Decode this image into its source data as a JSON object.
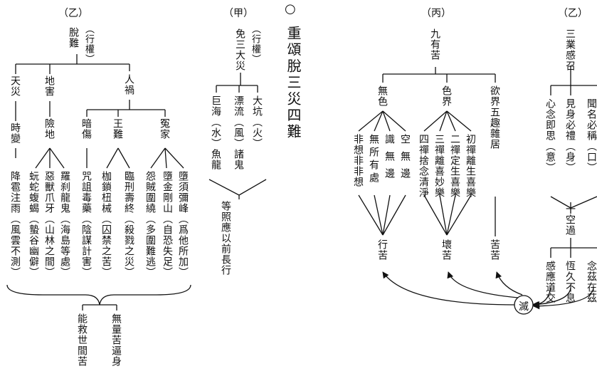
{
  "main_title": "重頌脫三災四難",
  "bullet": "○",
  "left": {
    "header": "（乙）",
    "root": "脫難",
    "root_note": "（行權）",
    "nodes": {
      "tianzai": "天災",
      "dihai": "地害",
      "renhuo": "人禍",
      "shibian": "時變",
      "xiandi": "險地",
      "anshang": "暗傷",
      "wangnan": "王難",
      "yuanjia": "冤家"
    },
    "leaves": {
      "a": "降雹注雨（風雲不測）",
      "b": "蚖蛇蝮蝎（蟄谷幽僻）",
      "c": "惡獸爪牙（山林之間）",
      "d": "羅刹龍鬼（海島等處）",
      "e": "咒詛毒藥（陰謀計害）",
      "f": "枷鎖杻械（囚禁之苦）",
      "g": "臨刑壽終（殺戮之災）",
      "h": "怨賊圍繞（多圍難逃）",
      "i": "墮金剛山（自恐失足）",
      "j": "墮須彌峰（爲他所加）"
    },
    "result1": "能救世間苦",
    "result2": "無量苦逼身"
  },
  "middle": {
    "header": "（甲）",
    "root": "免三大災",
    "root_note": "（行權）",
    "col1": "大坑（火）",
    "col2": "漂流（風）諸鬼",
    "col3": "巨海（水）魚龍",
    "result": "等照應以前長行"
  },
  "right": {
    "header": "（丙）",
    "root": "九有苦",
    "groups": {
      "wuse": "無色",
      "se": "色界",
      "yujie": "欲界五趣雜居"
    },
    "wuse_leaves": [
      "空無邊",
      "識無邊",
      "無所有處",
      "非想非非想"
    ],
    "se_leaves": [
      "初禪離生喜樂",
      "二禪定生喜樂",
      "三禪離喜妙樂",
      "四禪捨念清淨"
    ],
    "results": {
      "xing": "行苦",
      "huai": "壞苦",
      "ku": "苦苦"
    },
    "mie": "滅"
  },
  "far_right": {
    "header": "（乙）",
    "root": "三業感召",
    "n1": "心念即思（意）",
    "n2": "見身必禮（身）",
    "n3": "聞名必稱（口）",
    "mid": "一空過",
    "b1": "感應道交",
    "b2": "恆久不息",
    "b3": "念茲在茲"
  }
}
